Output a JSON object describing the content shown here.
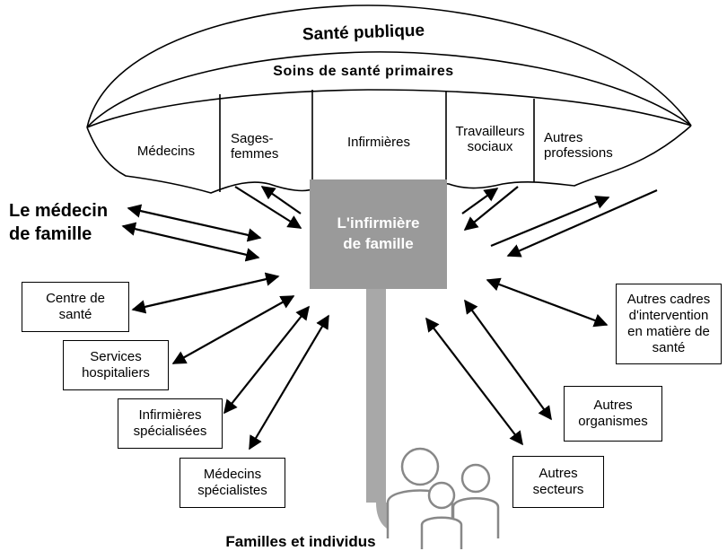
{
  "umbrella": {
    "title_top": "Santé publique",
    "title_second": "Soins de santé primaires",
    "segments": [
      "Médecins",
      "Sages-\nfemmes",
      "Infirmières",
      "Travailleurs\nsociaux",
      "Autres\nprofessions"
    ]
  },
  "center": {
    "label": "L'infirmière\nde famille"
  },
  "left_title": "Le médecin\nde famille",
  "left_boxes": {
    "centre_sante": "Centre de\nsanté",
    "services_hospitaliers": "Services\nhospitaliers",
    "infirmieres_specialisees": "Infirmières\nspécialisées",
    "medecins_specialistes": "Médecins\nspécialistes"
  },
  "right_boxes": {
    "autres_cadres": "Autres cadres\nd'intervention\nen matière de\nsanté",
    "autres_organismes": "Autres\norganismes",
    "autres_secteurs": "Autres\nsecteurs"
  },
  "bottom_label": "Familles et individus"
}
